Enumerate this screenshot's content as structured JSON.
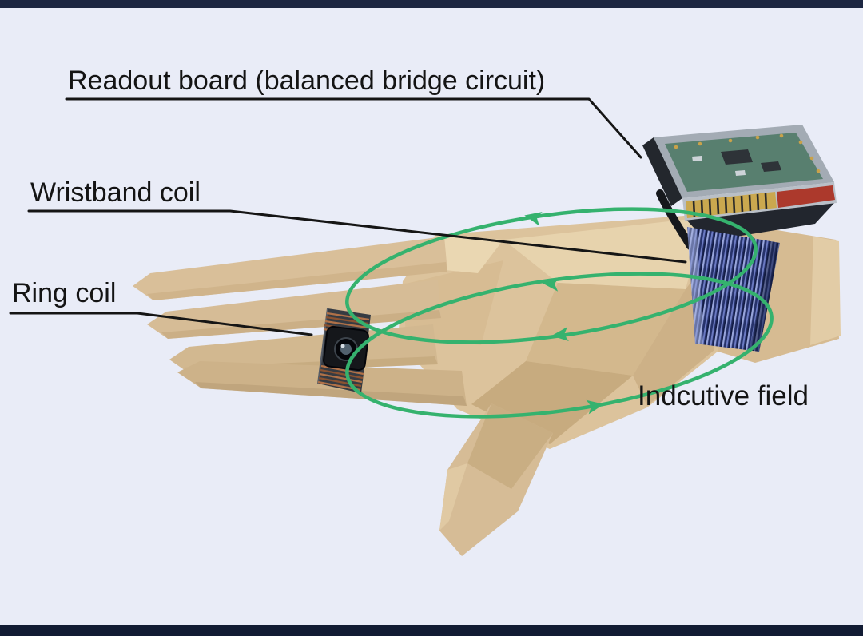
{
  "labels": {
    "readout_board": "Readout board (balanced bridge circuit)",
    "wristband_coil": "Wristband coil",
    "ring_coil": "Ring coil",
    "inductive_field": "Indcutive field"
  },
  "colors": {
    "background": "#e9ecf7",
    "frame_top": "#1c2642",
    "frame_bottom": "#111b33",
    "label_text": "#141414",
    "field_green": "#35b26e",
    "hand_base": "#dcc39c",
    "band_navy": "#26326a",
    "board_metal": "#a3abb4",
    "pcb_green": "#587f6f",
    "ring_dark": "#363b42",
    "copper": "#b07148"
  }
}
